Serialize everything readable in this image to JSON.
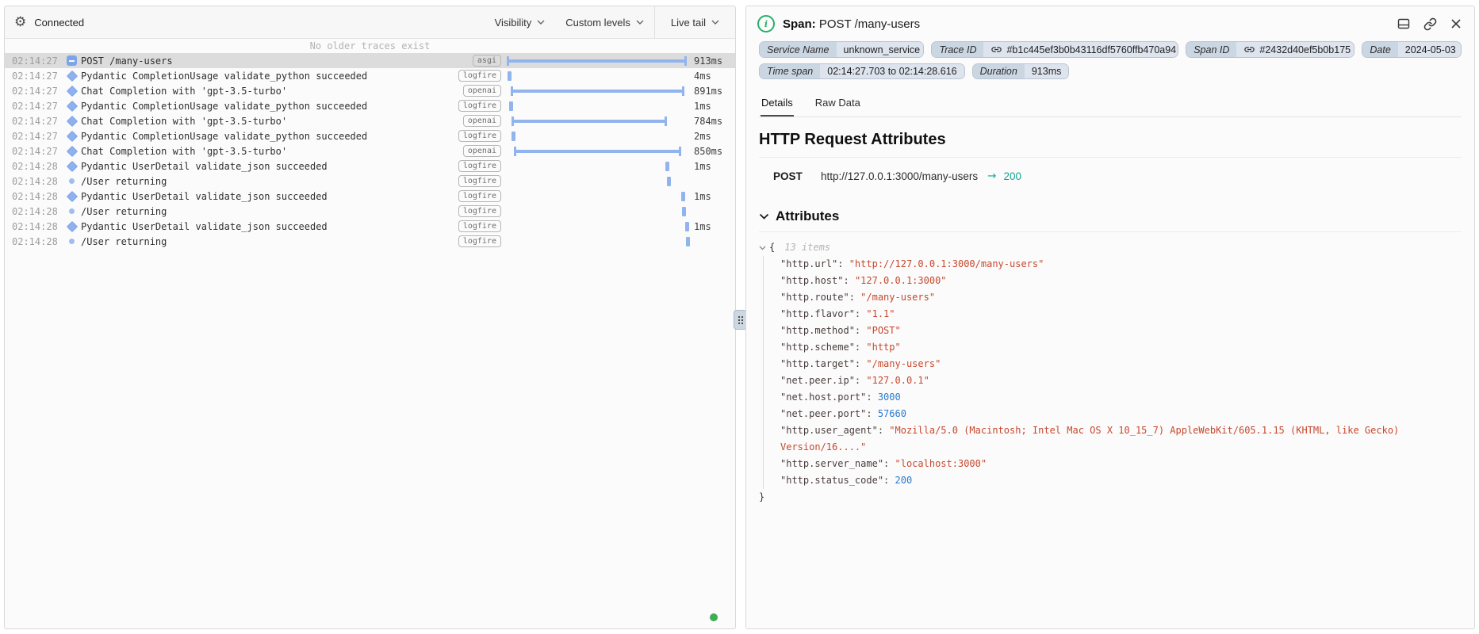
{
  "left_panel": {
    "header": {
      "status": "Connected",
      "visibility_label": "Visibility",
      "custom_levels_label": "Custom levels",
      "live_tail_label": "Live tail"
    },
    "empty_notice": "No older traces exist",
    "rows": [
      {
        "time": "02:14:27",
        "icon": "minus",
        "label": "POST /many-users",
        "tag": "asgi",
        "duration": "913ms",
        "selected": true,
        "bar": {
          "kind": "span",
          "start_pct": 0,
          "width_pct": 100
        }
      },
      {
        "time": "02:14:27",
        "icon": "diamond",
        "label": "Pydantic CompletionUsage validate_python succeeded",
        "tag": "logfire",
        "duration": "4ms",
        "bar": {
          "kind": "tick",
          "start_pct": 0.6
        }
      },
      {
        "time": "02:14:27",
        "icon": "diamond",
        "label": "Chat Completion with 'gpt-3.5-turbo'",
        "tag": "openai",
        "duration": "891ms",
        "bar": {
          "kind": "span",
          "start_pct": 2.2,
          "width_pct": 96.4
        }
      },
      {
        "time": "02:14:27",
        "icon": "diamond",
        "label": "Pydantic CompletionUsage validate_python succeeded",
        "tag": "logfire",
        "duration": "1ms",
        "bar": {
          "kind": "tick",
          "start_pct": 1.4
        }
      },
      {
        "time": "02:14:27",
        "icon": "diamond",
        "label": "Chat Completion with 'gpt-3.5-turbo'",
        "tag": "openai",
        "duration": "784ms",
        "bar": {
          "kind": "span",
          "start_pct": 2.7,
          "width_pct": 86.1
        }
      },
      {
        "time": "02:14:27",
        "icon": "diamond",
        "label": "Pydantic CompletionUsage validate_python succeeded",
        "tag": "logfire",
        "duration": "2ms",
        "bar": {
          "kind": "tick",
          "start_pct": 2.8
        }
      },
      {
        "time": "02:14:27",
        "icon": "diamond",
        "label": "Chat Completion with 'gpt-3.5-turbo'",
        "tag": "openai",
        "duration": "850ms",
        "bar": {
          "kind": "span",
          "start_pct": 4.0,
          "width_pct": 92.8
        }
      },
      {
        "time": "02:14:28",
        "icon": "diamond",
        "label": "Pydantic UserDetail validate_json succeeded",
        "tag": "logfire",
        "duration": "1ms",
        "bar": {
          "kind": "tick",
          "start_pct": 88.3
        }
      },
      {
        "time": "02:14:28",
        "icon": "dot",
        "label": "/User returning",
        "tag": "logfire",
        "duration": "",
        "bar": {
          "kind": "tick",
          "start_pct": 88.8
        }
      },
      {
        "time": "02:14:28",
        "icon": "diamond",
        "label": "Pydantic UserDetail validate_json succeeded",
        "tag": "logfire",
        "duration": "1ms",
        "bar": {
          "kind": "tick",
          "start_pct": 96.9
        }
      },
      {
        "time": "02:14:28",
        "icon": "dot",
        "label": "/User returning",
        "tag": "logfire",
        "duration": "",
        "bar": {
          "kind": "tick",
          "start_pct": 97.3
        }
      },
      {
        "time": "02:14:28",
        "icon": "diamond",
        "label": "Pydantic UserDetail validate_json succeeded",
        "tag": "logfire",
        "duration": "1ms",
        "bar": {
          "kind": "tick",
          "start_pct": 99.0
        }
      },
      {
        "time": "02:14:28",
        "icon": "dot",
        "label": "/User returning",
        "tag": "logfire",
        "duration": "",
        "bar": {
          "kind": "tick",
          "start_pct": 99.4
        }
      }
    ]
  },
  "span_panel": {
    "kind_label": "Span:",
    "title": "POST /many-users",
    "badges_row1": [
      {
        "label": "Service Name",
        "value": "unknown_service",
        "link": false
      },
      {
        "label": "Trace ID",
        "value": "#b1c445ef3b0b43116df5760ffb470a94",
        "link": true
      },
      {
        "label": "Span ID",
        "value": "#2432d40ef5b0b175",
        "link": true
      },
      {
        "label": "Date",
        "value": "2024-05-03",
        "link": false
      }
    ],
    "badges_row2": [
      {
        "label": "Time span",
        "value": "02:14:27.703 to 02:14:28.616",
        "link": false
      },
      {
        "label": "Duration",
        "value": "913ms",
        "link": false
      }
    ],
    "tabs": [
      {
        "label": "Details",
        "active": true
      },
      {
        "label": "Raw Data",
        "active": false
      }
    ],
    "http": {
      "heading": "HTTP Request Attributes",
      "method": "POST",
      "url": "http://127.0.0.1:3000/many-users",
      "arrow": "→",
      "status_code": "200"
    },
    "attributes": {
      "heading": "Attributes",
      "items_label": "13 items",
      "open_brace": "{",
      "close_brace": "}",
      "entries": [
        {
          "key": "http.url",
          "value": "http://127.0.0.1:3000/many-users",
          "kind": "string"
        },
        {
          "key": "http.host",
          "value": "127.0.0.1:3000",
          "kind": "string"
        },
        {
          "key": "http.route",
          "value": "/many-users",
          "kind": "string"
        },
        {
          "key": "http.flavor",
          "value": "1.1",
          "kind": "string"
        },
        {
          "key": "http.method",
          "value": "POST",
          "kind": "string"
        },
        {
          "key": "http.scheme",
          "value": "http",
          "kind": "string"
        },
        {
          "key": "http.target",
          "value": "/many-users",
          "kind": "string"
        },
        {
          "key": "net.peer.ip",
          "value": "127.0.0.1",
          "kind": "string"
        },
        {
          "key": "net.host.port",
          "value": "3000",
          "kind": "number"
        },
        {
          "key": "net.peer.port",
          "value": "57660",
          "kind": "number"
        },
        {
          "key": "http.user_agent",
          "value": "Mozilla/5.0 (Macintosh; Intel Mac OS X 10_15_7) AppleWebKit/605.1.15 (KHTML, like Gecko) Version/16....",
          "kind": "string"
        },
        {
          "key": "http.server_name",
          "value": "localhost:3000",
          "kind": "string"
        },
        {
          "key": "http.status_code",
          "value": "200",
          "kind": "number"
        }
      ]
    }
  }
}
